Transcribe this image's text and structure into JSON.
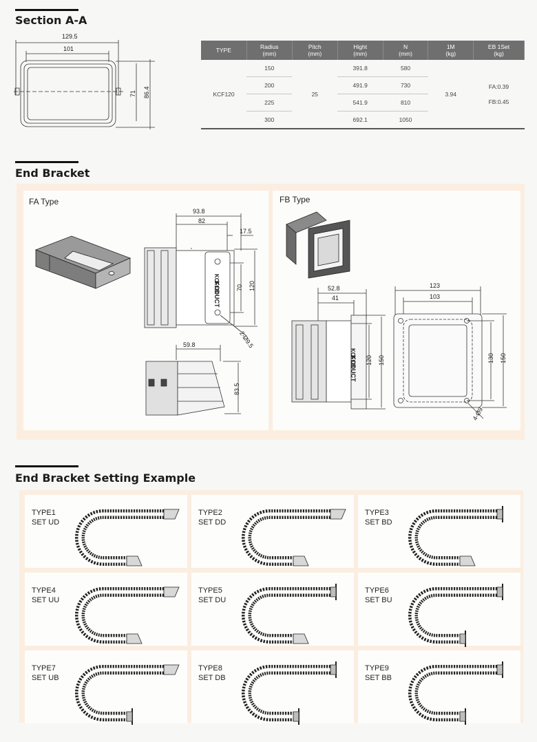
{
  "sections": {
    "section_aa": "Section A-A",
    "end_bracket": "End Bracket",
    "setting_example": "End Bracket Setting Example"
  },
  "section_aa_dims": {
    "w_outer": "129.5",
    "w_inner": "101",
    "h_inner": "71",
    "h_outer": "86.4"
  },
  "table": {
    "headers": [
      "TYPE",
      "Radius\n(mm)",
      "Pitch\n(mm)",
      "Hight\n(mm)",
      "N\n(mm)",
      "1M\n(kg)",
      "EB 1Set\n(kg)"
    ],
    "type": "KCF120",
    "pitch": "25",
    "weight_1m": "3.94",
    "eb_fa": "FA:0.39",
    "eb_fb": "FB:0.45",
    "rows": [
      {
        "radius": "150",
        "hight": "391.8",
        "n": "580"
      },
      {
        "radius": "200",
        "hight": "491.9",
        "n": "730"
      },
      {
        "radius": "225",
        "hight": "541.9",
        "n": "810"
      },
      {
        "radius": "300",
        "hight": "692.1",
        "n": "1050"
      }
    ]
  },
  "fa": {
    "title": "FA Type",
    "dims": {
      "d1": "93.8",
      "d2": "82",
      "d3": "17.5",
      "d4": "70",
      "d5": "120",
      "hole": "2-Ø9.5",
      "d6": "59.8",
      "d7": "83.5"
    },
    "brand": "KODUCT",
    "model": "KCF120"
  },
  "fb": {
    "title": "FB Type",
    "dims": {
      "d1": "52.8",
      "d2": "41",
      "d3": "120",
      "d4": "150",
      "d5": "123",
      "d6": "103",
      "d7": "130",
      "d8": "150",
      "hole": "4-Ø9"
    },
    "brand": "KODUCT",
    "model": "KCF120"
  },
  "examples": [
    {
      "type": "TYPE1",
      "set": "SET UD"
    },
    {
      "type": "TYPE2",
      "set": "SET DD"
    },
    {
      "type": "TYPE3",
      "set": "SET BD"
    },
    {
      "type": "TYPE4",
      "set": "SET UU"
    },
    {
      "type": "TYPE5",
      "set": "SET DU"
    },
    {
      "type": "TYPE6",
      "set": "SET BU"
    },
    {
      "type": "TYPE7",
      "set": "SET UB"
    },
    {
      "type": "TYPE8",
      "set": "SET DB"
    },
    {
      "type": "TYPE9",
      "set": "SET BB"
    }
  ],
  "colors": {
    "panel": "#fbeee0",
    "table_header": "#6f6f6f"
  }
}
